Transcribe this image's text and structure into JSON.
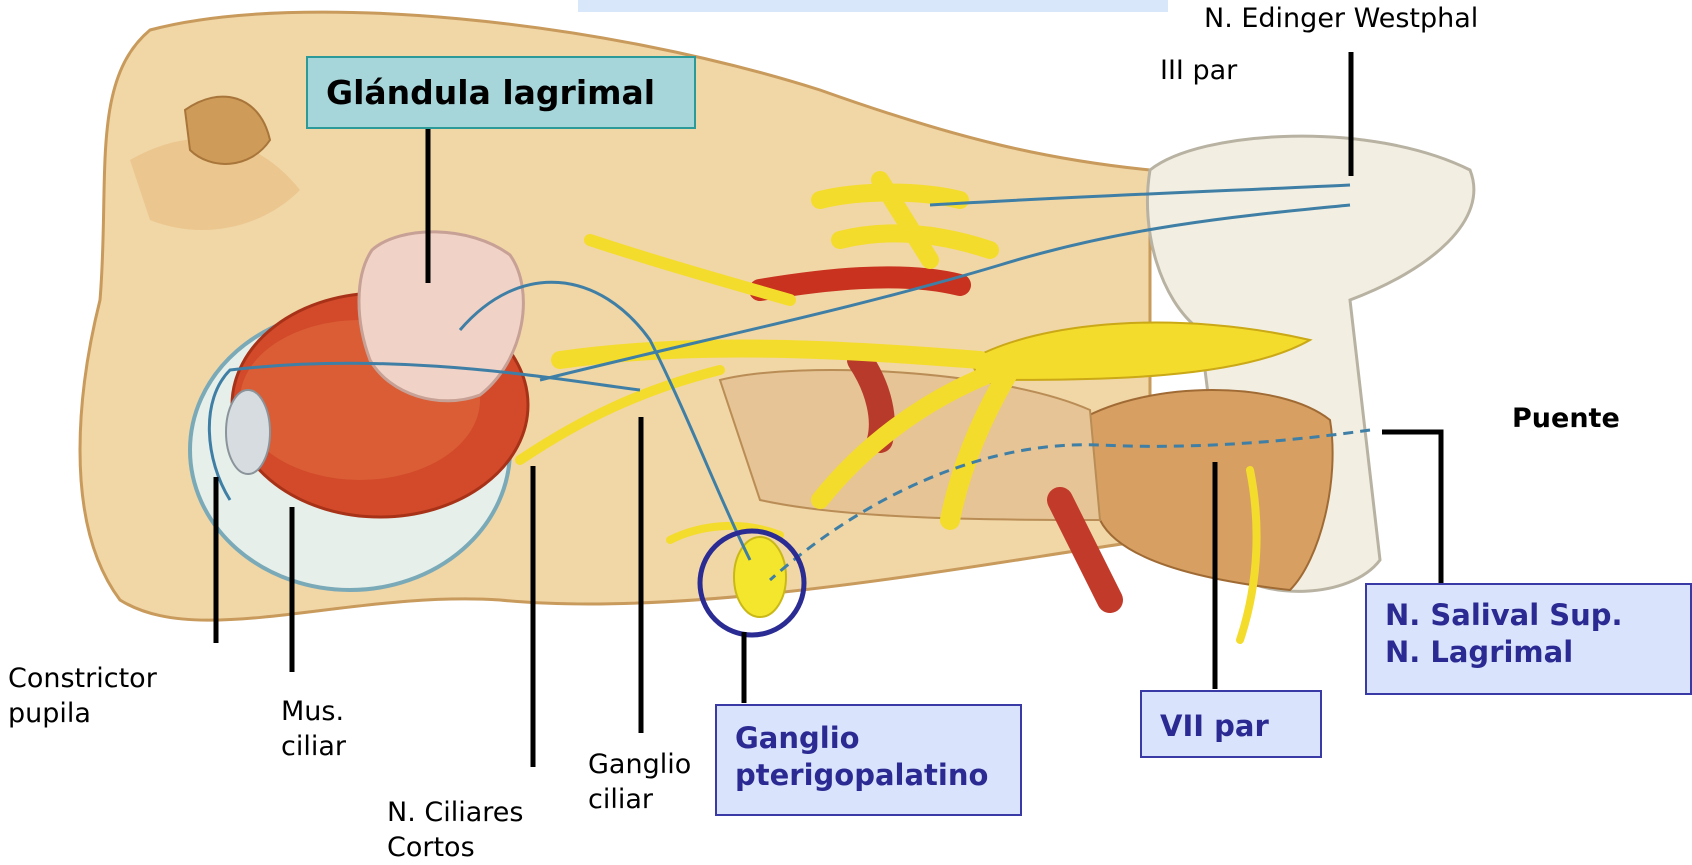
{
  "labels": {
    "glandula_lagrimal": "Glándula lagrimal",
    "edinger_westphal": "N. Edinger Westphal",
    "iii_par": "III par",
    "puente": "Puente",
    "constrictor_pupila_1": "Constrictor",
    "constrictor_pupila_2": "pupila",
    "mus_ciliar_1": "Mus.",
    "mus_ciliar_2": "ciliar",
    "n_ciliares_cortos_1": "N. Ciliares",
    "n_ciliares_cortos_2": "Cortos",
    "ganglio_ciliar_1": "Ganglio",
    "ganglio_ciliar_2": "ciliar",
    "ganglio_pterigopalatino_1": "Ganglio",
    "ganglio_pterigopalatino_2": "pterigopalatino",
    "vii_par": "VII par",
    "n_salival_sup": "N. Salival Sup.",
    "n_lagrimal": "N. Lagrimal"
  },
  "colors": {
    "teal_box_fill": "#a6d6da",
    "blue_box_fill": "#d9e3fb",
    "blue_label_text": "#2a2a92",
    "nerve_yellow": "#f4dc2c",
    "nerve_blue": "#3f7fa6",
    "highlight_circle": "#2b2b94"
  }
}
